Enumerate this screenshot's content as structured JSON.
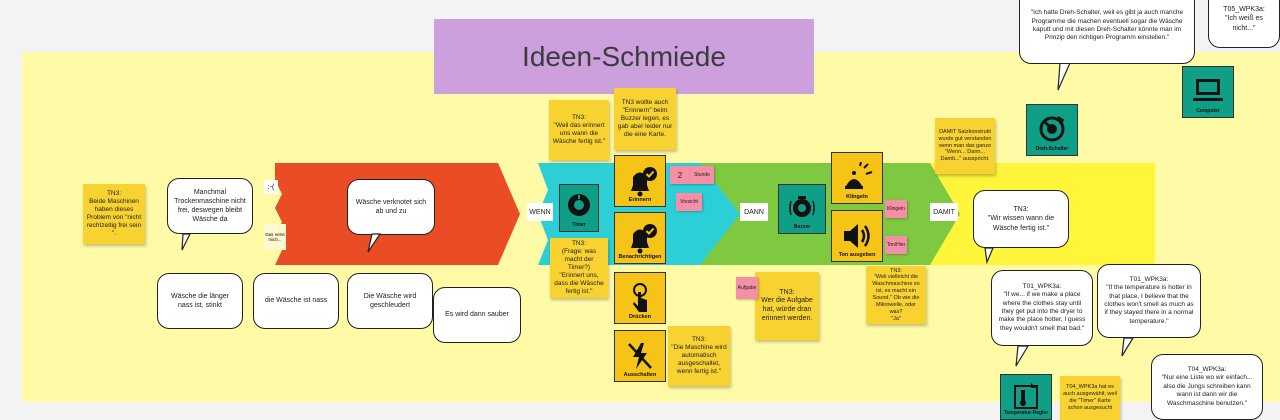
{
  "title": "Ideen-Schmiede",
  "colors": {
    "band": "#fffaa6",
    "title_bg": "#cc9fdd",
    "problem": "#ea4d25",
    "wenn": "#2dcfd6",
    "dann": "#7fc940",
    "damit": "#fff53a",
    "sticky": "#f7d231",
    "pink": "#f58fa5",
    "teal": "#0f9f87"
  },
  "connectors": {
    "wenn": "WENN",
    "dann": "DANN",
    "damit": "DAMIT"
  },
  "stickies": {
    "tn3_beide": "TN3:\nBeide Maschinen haben dieses Problem von \"nicht rechtzeitig frei sein \".",
    "tn3_weil": "TN3:\n\"Weil das erinnert uns wann die Wäsche fertig ist.\"",
    "tn3_erinnern": "TN3 wollte auch \"Erinnern\" beim Buzzer legen, es gab aber leider nur die eine Karte.",
    "tn3_frage": "TN3:\n(Frage: was macht der Timer?)\n\"Erinnert uns, dass die Wäsche fertig ist.\"",
    "tn3_aufgabe": "TN3:\nWer die Aufgabe hat, würde dran erinnert werden.",
    "tn3_maschine": "TN3:\n\"Die Maschine wird automatisch ausgeschaltet, wenn fertig ist.\"",
    "damit_note": "DAMIT Satzkonstrukt wurde gut verstanden wenn man das ganze \"Wenn... Dann... Damit...\" ausspricht.",
    "tn3_weil_sound": "TN3:\n\"Weil vielleicht die Waschmaschine so ist, es macht ein Sound.\" Ob wie die Mikrowelle, oder was?\n\"Ja\"",
    "t04_note": "T04_WPK3a hat es auch ausgewählt, weil die \"Timer\" Karte schon ausgesucht"
  },
  "pinks": {
    "num": "2",
    "stunde": "Stunde",
    "vorsicht": "Vorsicht",
    "aufgabe": "Aufgabe",
    "kling": "Klingeln",
    "tonfx": "Ton/Hier"
  },
  "bubbles": {
    "manchmal": "Manchmal Trockenmaschine nicht frei, deswegen bleibt Wäsche da",
    "verknotet": "Wäsche verknotet sich ab und zu",
    "nass_stinkt": "Wäsche die länger nass ist, stinkt",
    "nass": "die Wäsche ist nass",
    "geschleudert": "Die Wäsche wird geschleudert",
    "sauber": "Es wird dann sauber",
    "tn3_fertig": "TN3:\n\"Wir wissen wann die Wäsche fertig ist.\"",
    "dreh": "\"Ich hatte Dreh-Schalter, weil es gibt ja auch manche Programme die machen eventuell sogar die Wäsche kaputt und mit diesen Dreh-Schalter könnte man im Prinzip den richtigen Programm einstellen.\"",
    "t05": "T05_WPK3a:\n\"Ich weiß es nicht...\"",
    "t01a": "T01_WPK3a:\n\"If we... if we make a place where the clothes stay until they get put into the dryer to make the place hotter, I guess they wouldn't smell that bad.\"",
    "t01b": "T01_WPK3a:\n\"If the temperature is hotter in that place, I believe that the clothes won't smell as much as if they stayed there in a normal temperature.\"",
    "t04": "T04_WPK3a:\n\"Nur eine Liste wo wir einfach... also die Jungs schreiben kann wann ist dann wir die Waschmaschine benutzen.\""
  },
  "problem_labels": {
    "face": ":-(",
    "small": "Das nervt mich..."
  },
  "cards": {
    "timer": "Timer",
    "erinnern": "Erinnern",
    "benachrichtigen": "Benachrichtigen",
    "druecken": "Drücken",
    "ausschalten": "Ausschalten",
    "buzzer": "Buzzer",
    "klingeln": "Klingeln",
    "ton": "Ton ausgeben",
    "dreh": "Dreh-Schalter",
    "computer": "Computer",
    "temp": "Temperatur-Regler"
  },
  "icons": {
    "timer": "timer-icon",
    "erinnern": "bell-check-icon",
    "benachrichtigen": "bell-check-icon",
    "druecken": "press-icon",
    "ausschalten": "power-off-icon",
    "buzzer": "buzzer-icon",
    "klingeln": "ringing-bell-icon",
    "ton": "speaker-icon",
    "dreh": "knob-icon",
    "computer": "monitor-icon",
    "temp": "thermometer-icon"
  }
}
